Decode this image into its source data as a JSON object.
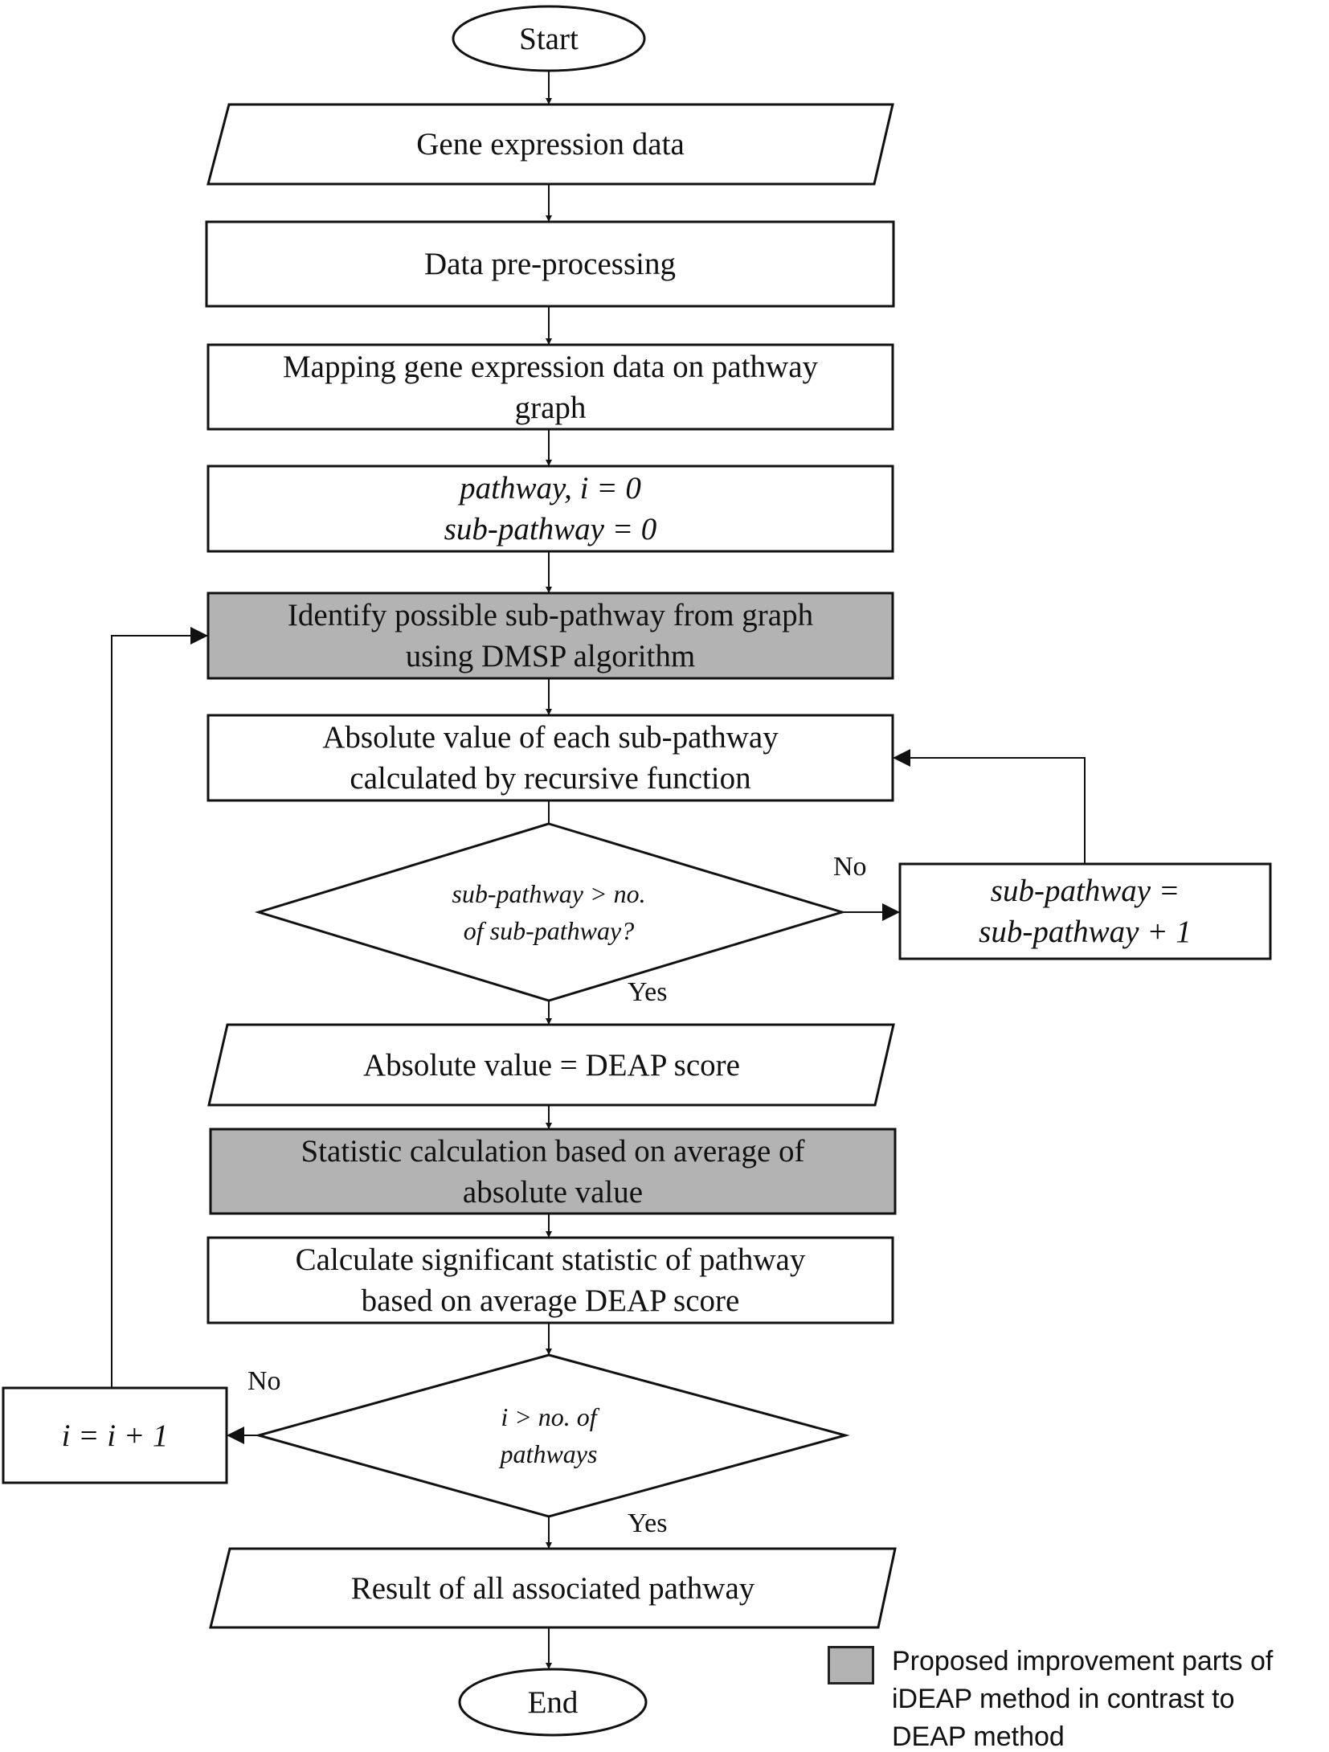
{
  "nodes": {
    "start": "Start",
    "input": "Gene expression data",
    "preprocess": "Data pre-processing",
    "mapping": {
      "line1": "Mapping gene expression data on pathway",
      "line2": "graph"
    },
    "init": {
      "line1": "pathway, i = 0",
      "line2": "sub-pathway = 0"
    },
    "identify": {
      "line1": "Identify possible sub-pathway from graph",
      "line2": "using DMSP algorithm"
    },
    "absolute": {
      "line1": "Absolute value of each sub-pathway",
      "line2": "calculated by recursive function"
    },
    "decision1": {
      "line1": "sub-pathway > no.",
      "line2": "of sub-pathway?"
    },
    "increment_sub": {
      "line1": "sub-pathway =",
      "line2": "sub-pathway + 1"
    },
    "deap_score": "Absolute value = DEAP score",
    "statistic": {
      "line1": "Statistic calculation based on average of",
      "line2": "absolute value"
    },
    "significant": {
      "line1": "Calculate significant statistic of pathway",
      "line2": "based on average DEAP score"
    },
    "decision2": {
      "line1": "i > no. of",
      "line2": "pathways"
    },
    "increment_i": "i = i + 1",
    "result": "Result of all associated pathway",
    "end": "End"
  },
  "branch_labels": {
    "no_1": "No",
    "yes_1": "Yes",
    "no_2": "No",
    "yes_2": "Yes"
  },
  "legend": {
    "text_line1": "Proposed improvement parts of",
    "text_line2": "iDEAP method in contrast to",
    "text_line3": "DEAP method",
    "highlight_color": "#b3b3b3"
  }
}
